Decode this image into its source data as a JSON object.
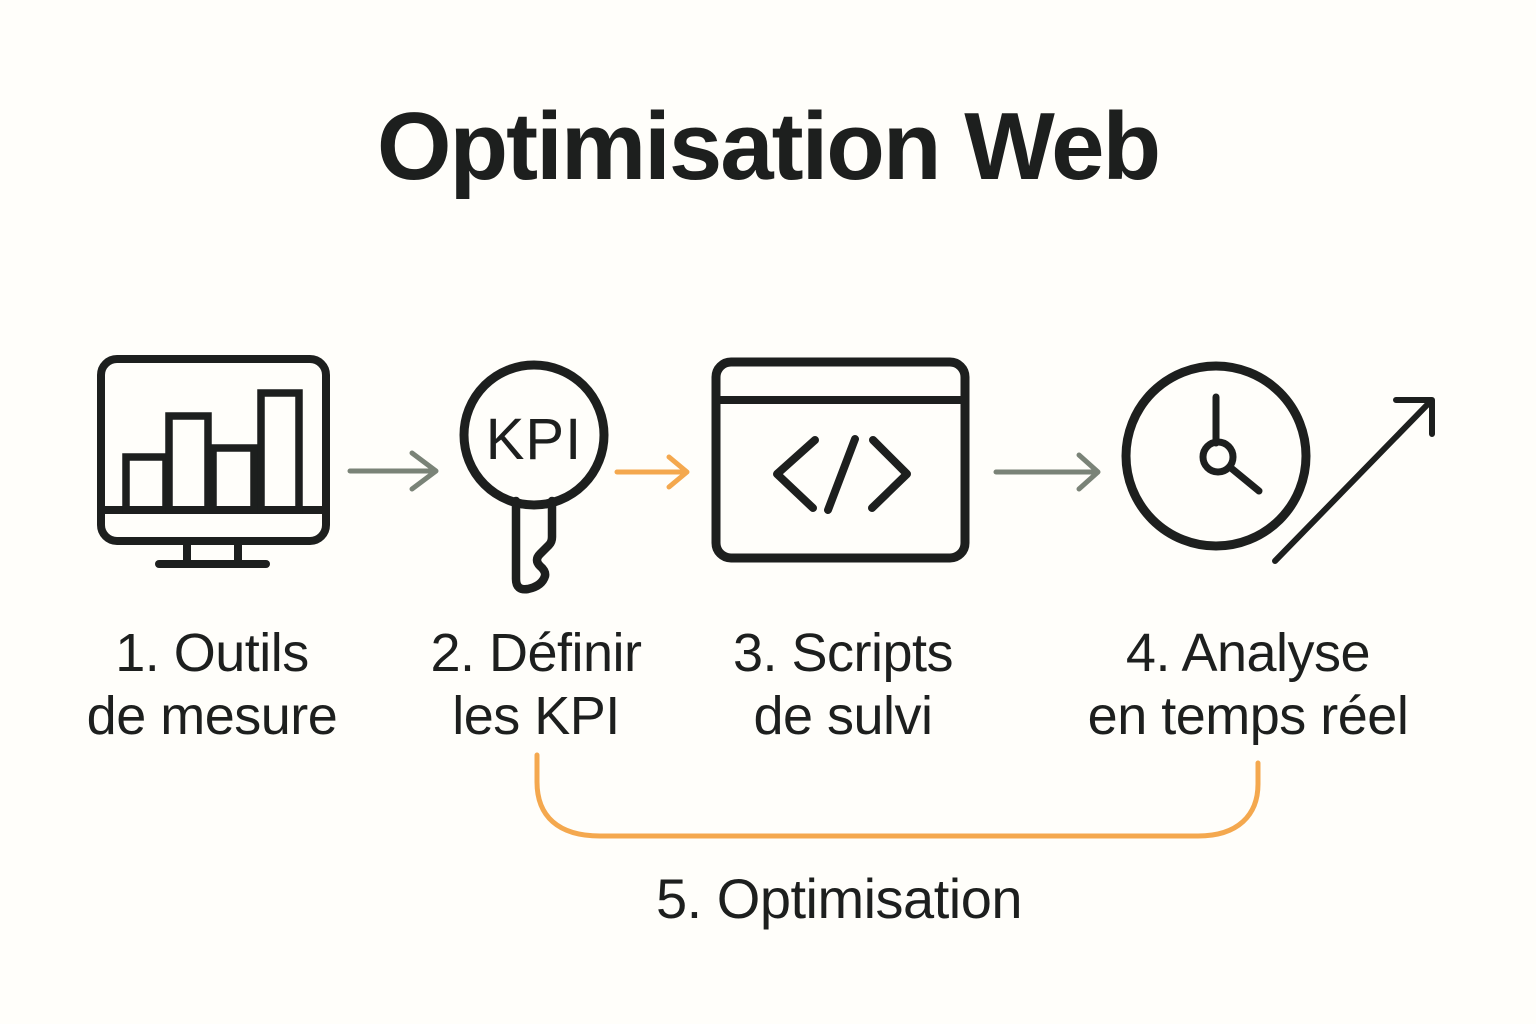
{
  "title": "Optimisation Web",
  "steps": [
    {
      "label_line1": "1. Outils",
      "label_line2": "de mesure",
      "icon": "monitor-bar-chart-icon"
    },
    {
      "label_line1": "2. Définir",
      "label_line2": "les KPI",
      "icon": "kpi-key-icon",
      "icon_text": "KPI"
    },
    {
      "label_line1": "3. Scripts",
      "label_line2": "de sulvi",
      "icon": "code-window-icon"
    },
    {
      "label_line1": "4. Analyse",
      "label_line2": "en temps réel",
      "icon": "clock-trend-icon"
    }
  ],
  "loop": {
    "label": "5. Optimisation"
  },
  "colors": {
    "background": "#FFFEFA",
    "ink": "#1D1F1E",
    "arrow_gray": "#7A8377",
    "accent_orange": "#F4A84E"
  }
}
